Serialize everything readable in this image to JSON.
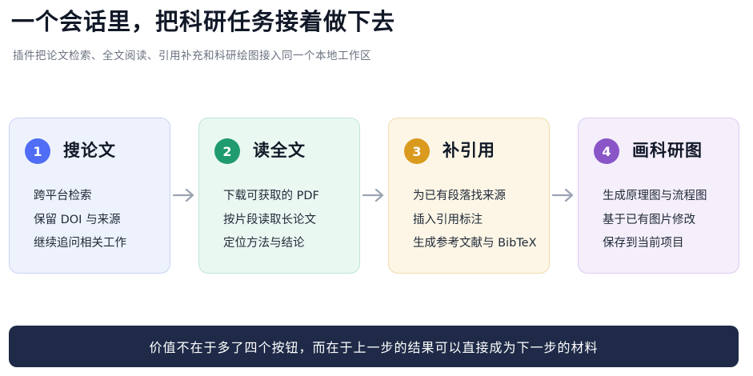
{
  "title": "一个会话里，把科研任务接着做下去",
  "subtitle": "插件把论文检索、全文阅读、引用补充和科研绘图接入同一个本地工作区",
  "steps": [
    {
      "number": "1",
      "title": "搜论文",
      "items": [
        "跨平台检索",
        "保留 DOI 与来源",
        "继续追问相关工作"
      ],
      "accent": "#4f6df5",
      "bg": "#eef2fd",
      "border": "#c9d3f3"
    },
    {
      "number": "2",
      "title": "读全文",
      "items": [
        "下载可获取的 PDF",
        "按片段读取长论文",
        "定位方法与结论"
      ],
      "accent": "#1f9b6f",
      "bg": "#eaf8f2",
      "border": "#bfe6d4"
    },
    {
      "number": "3",
      "title": "补引用",
      "items": [
        "为已有段落找来源",
        "插入引用标注",
        "生成参考文献与 BibTeX"
      ],
      "accent": "#d99a1e",
      "bg": "#fdf6e6",
      "border": "#f0dcae"
    },
    {
      "number": "4",
      "title": "画科研图",
      "items": [
        "生成原理图与流程图",
        "基于已有图片修改",
        "保存到当前项目"
      ],
      "accent": "#8a56c7",
      "bg": "#f5effc",
      "border": "#dccbf0"
    }
  ],
  "arrow_color": "#9aa3b2",
  "banner": "价值不在于多了四个按钮，而在于上一步的结果可以直接成为下一步的材料"
}
